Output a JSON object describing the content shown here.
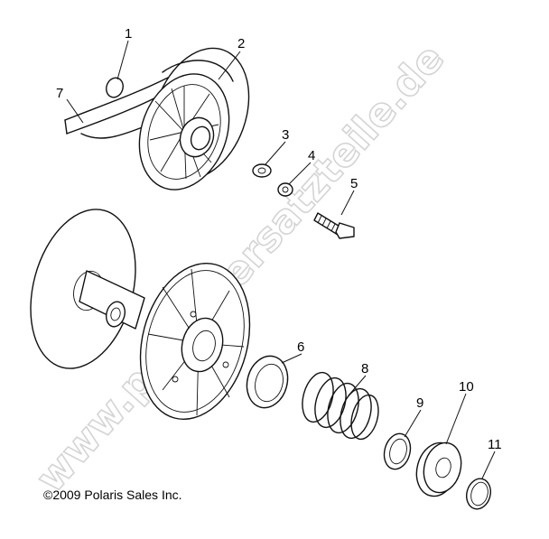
{
  "watermark": "www.polarisersatzteile.de",
  "copyright": "©2009 Polaris Sales Inc.",
  "callouts": [
    {
      "id": "1",
      "label": "1"
    },
    {
      "id": "2",
      "label": "2"
    },
    {
      "id": "3",
      "label": "3"
    },
    {
      "id": "4",
      "label": "4"
    },
    {
      "id": "5",
      "label": "5"
    },
    {
      "id": "6",
      "label": "6"
    },
    {
      "id": "7",
      "label": "7"
    },
    {
      "id": "8",
      "label": "8"
    },
    {
      "id": "9",
      "label": "9"
    },
    {
      "id": "10",
      "label": "10"
    },
    {
      "id": "11",
      "label": "11"
    }
  ]
}
